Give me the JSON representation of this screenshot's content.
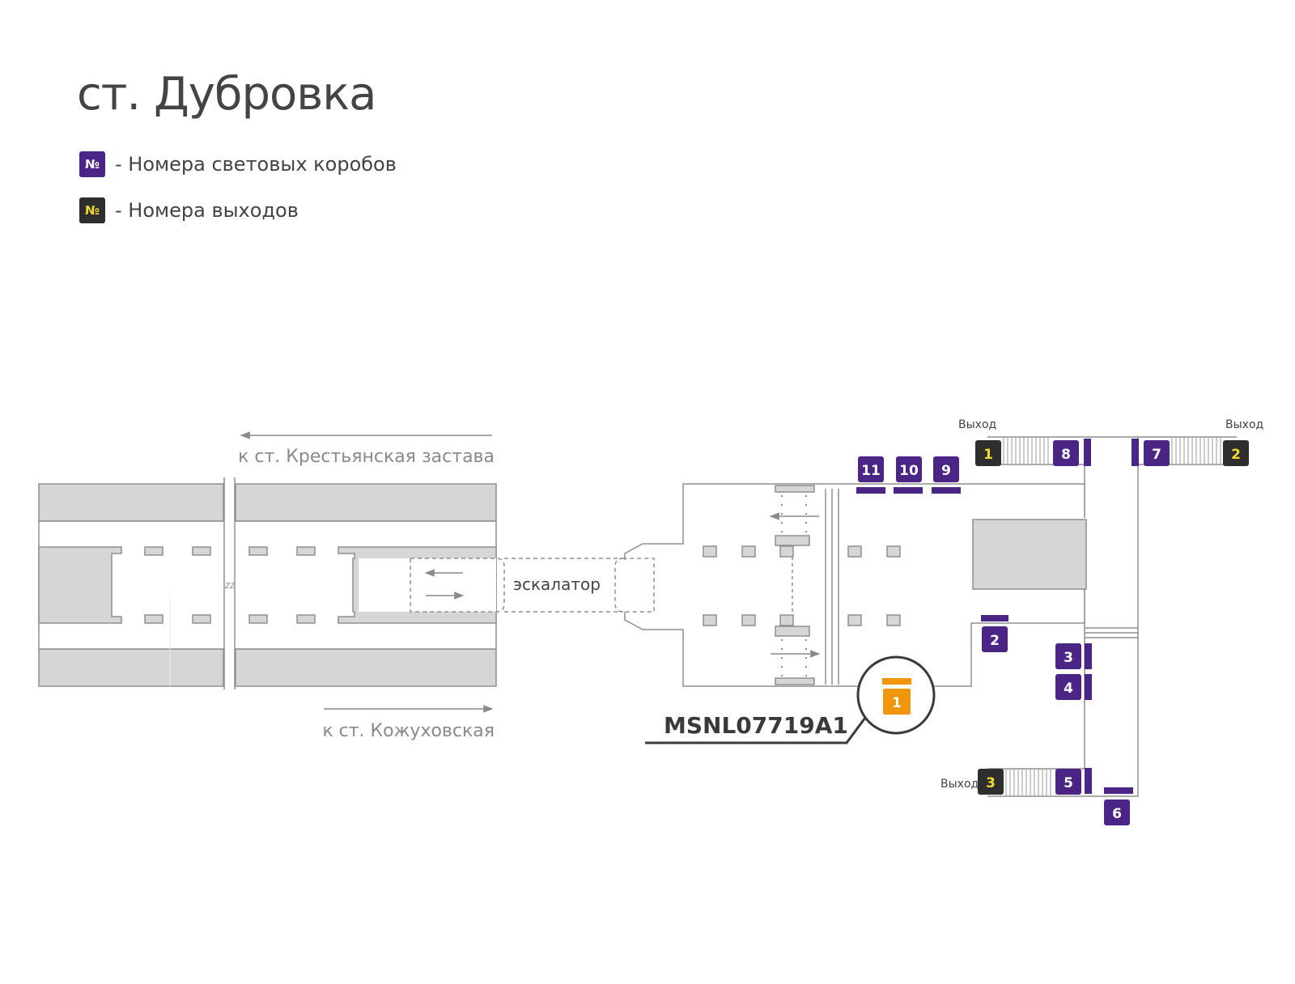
{
  "title": "ст. Дубровка",
  "legend": [
    {
      "symbol": "№",
      "text": "- Номера световых коробов",
      "kind": "lightbox"
    },
    {
      "symbol": "№",
      "text": "- Номера выходов",
      "kind": "exit"
    }
  ],
  "colors": {
    "lightbox": "#4b2586",
    "exit": "#2e2e2e",
    "exit_number": "#f2dc2e",
    "highlight": "#f0960c",
    "outline": "#8f8f8f",
    "fill": "#d6d6d6",
    "text": "#444444",
    "muted_text": "#8a8a8a"
  },
  "directions": {
    "top": "к ст. Крестьянская застава",
    "bottom": "к ст. Кожуховская"
  },
  "escalator_label": "эскалатор",
  "exit_word": "Выход",
  "exits": [
    {
      "id": "exit-1",
      "number": "1"
    },
    {
      "id": "exit-2",
      "number": "2"
    },
    {
      "id": "exit-3",
      "number": "3"
    }
  ],
  "lightboxes": [
    "1",
    "2",
    "3",
    "4",
    "5",
    "6",
    "7",
    "8",
    "9",
    "10",
    "11"
  ],
  "highlight_box": {
    "number": "1",
    "code": "MSNL07719A1"
  }
}
